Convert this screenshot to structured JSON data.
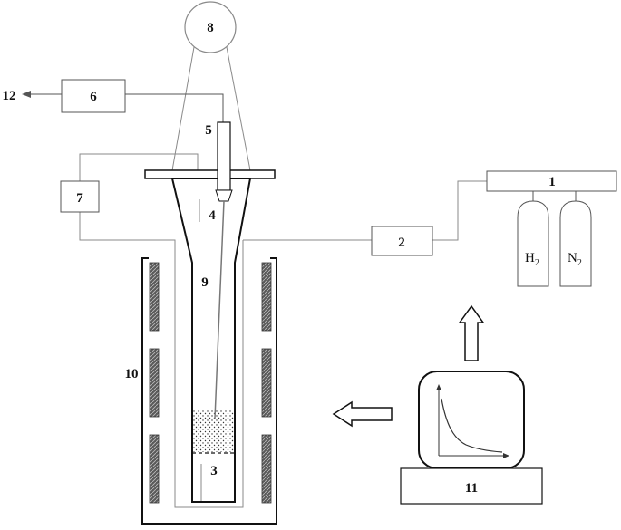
{
  "labels": {
    "n1": "1",
    "n2": "2",
    "n3": "3",
    "n4": "4",
    "n5": "5",
    "n6": "6",
    "n7": "7",
    "n8": "8",
    "n9": "9",
    "n10": "10",
    "n11": "11",
    "n12": "12"
  },
  "gases": {
    "h2": {
      "symbol": "H",
      "subscript": "2"
    },
    "n2": {
      "symbol": "N",
      "subscript": "2"
    }
  },
  "icons": {
    "arrow_up": "hollow-up-arrow-icon",
    "arrow_left": "hollow-left-arrow-icon",
    "outlet_arrow": "outlet-arrow-icon",
    "monitor_curve": "decay-curve-icon"
  },
  "colors": {
    "line": "#8a8a8a",
    "stroke": "#111111",
    "heater_fill": "#6e6e6e",
    "background": "#ffffff"
  }
}
